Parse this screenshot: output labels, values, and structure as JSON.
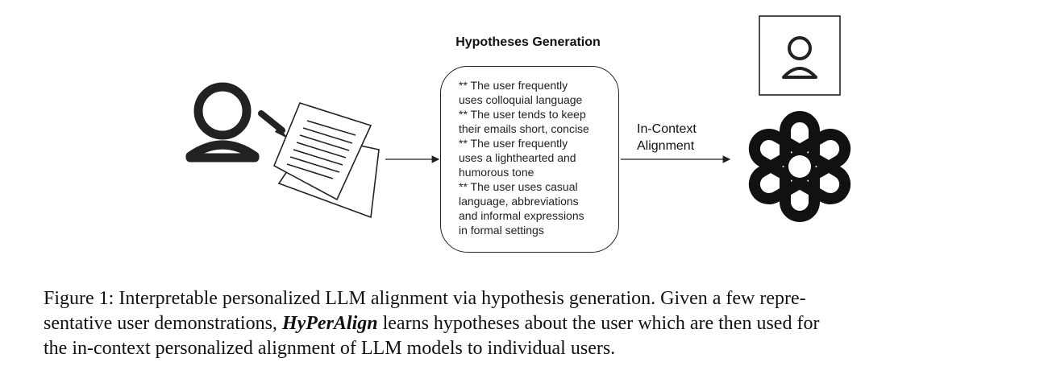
{
  "diagram": {
    "title": "Hypotheses Generation",
    "hypotheses_lines": [
      "** The user frequently",
      "uses colloquial language",
      "** The user tends to keep",
      "their emails short, concise",
      "** The user frequently",
      "uses a lighthearted and",
      "humorous tone",
      "** The user uses casual",
      "language, abbreviations",
      "and informal expressions",
      "in formal settings"
    ],
    "arrow_label_lines": [
      "In-Context",
      "Alignment"
    ],
    "icons": [
      "user-icon",
      "pencil-icon",
      "documents-icon",
      "arrow-right-icon",
      "user-box-icon",
      "openai-logo-icon"
    ]
  },
  "caption": {
    "line1": "Figure 1: Interpretable personalized LLM alignment via hypothesis generation. Given a few repre-",
    "line2_before": "sentative user demonstrations, ",
    "line2_brand": "HyPerAlign",
    "line2_after": " learns hypotheses about the user which are then used for",
    "line3": "the in-context personalized alignment of LLM models to individual users."
  }
}
